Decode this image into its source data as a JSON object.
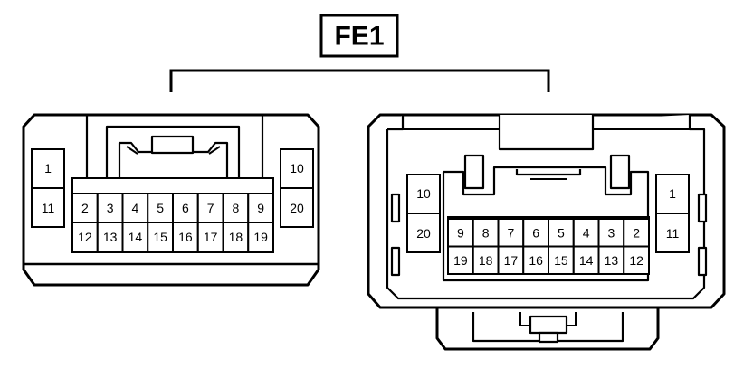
{
  "connector_name": "FE1",
  "left_connector": {
    "side_left": [
      "1",
      "11"
    ],
    "side_right": [
      "10",
      "20"
    ],
    "top_row": [
      "2",
      "3",
      "4",
      "5",
      "6",
      "7",
      "8",
      "9"
    ],
    "bottom_row": [
      "12",
      "13",
      "14",
      "15",
      "16",
      "17",
      "18",
      "19"
    ]
  },
  "right_connector": {
    "side_left": [
      "10",
      "20"
    ],
    "side_right": [
      "1",
      "11"
    ],
    "top_row": [
      "9",
      "8",
      "7",
      "6",
      "5",
      "4",
      "3",
      "2"
    ],
    "bottom_row": [
      "19",
      "18",
      "17",
      "16",
      "15",
      "14",
      "13",
      "12"
    ]
  }
}
